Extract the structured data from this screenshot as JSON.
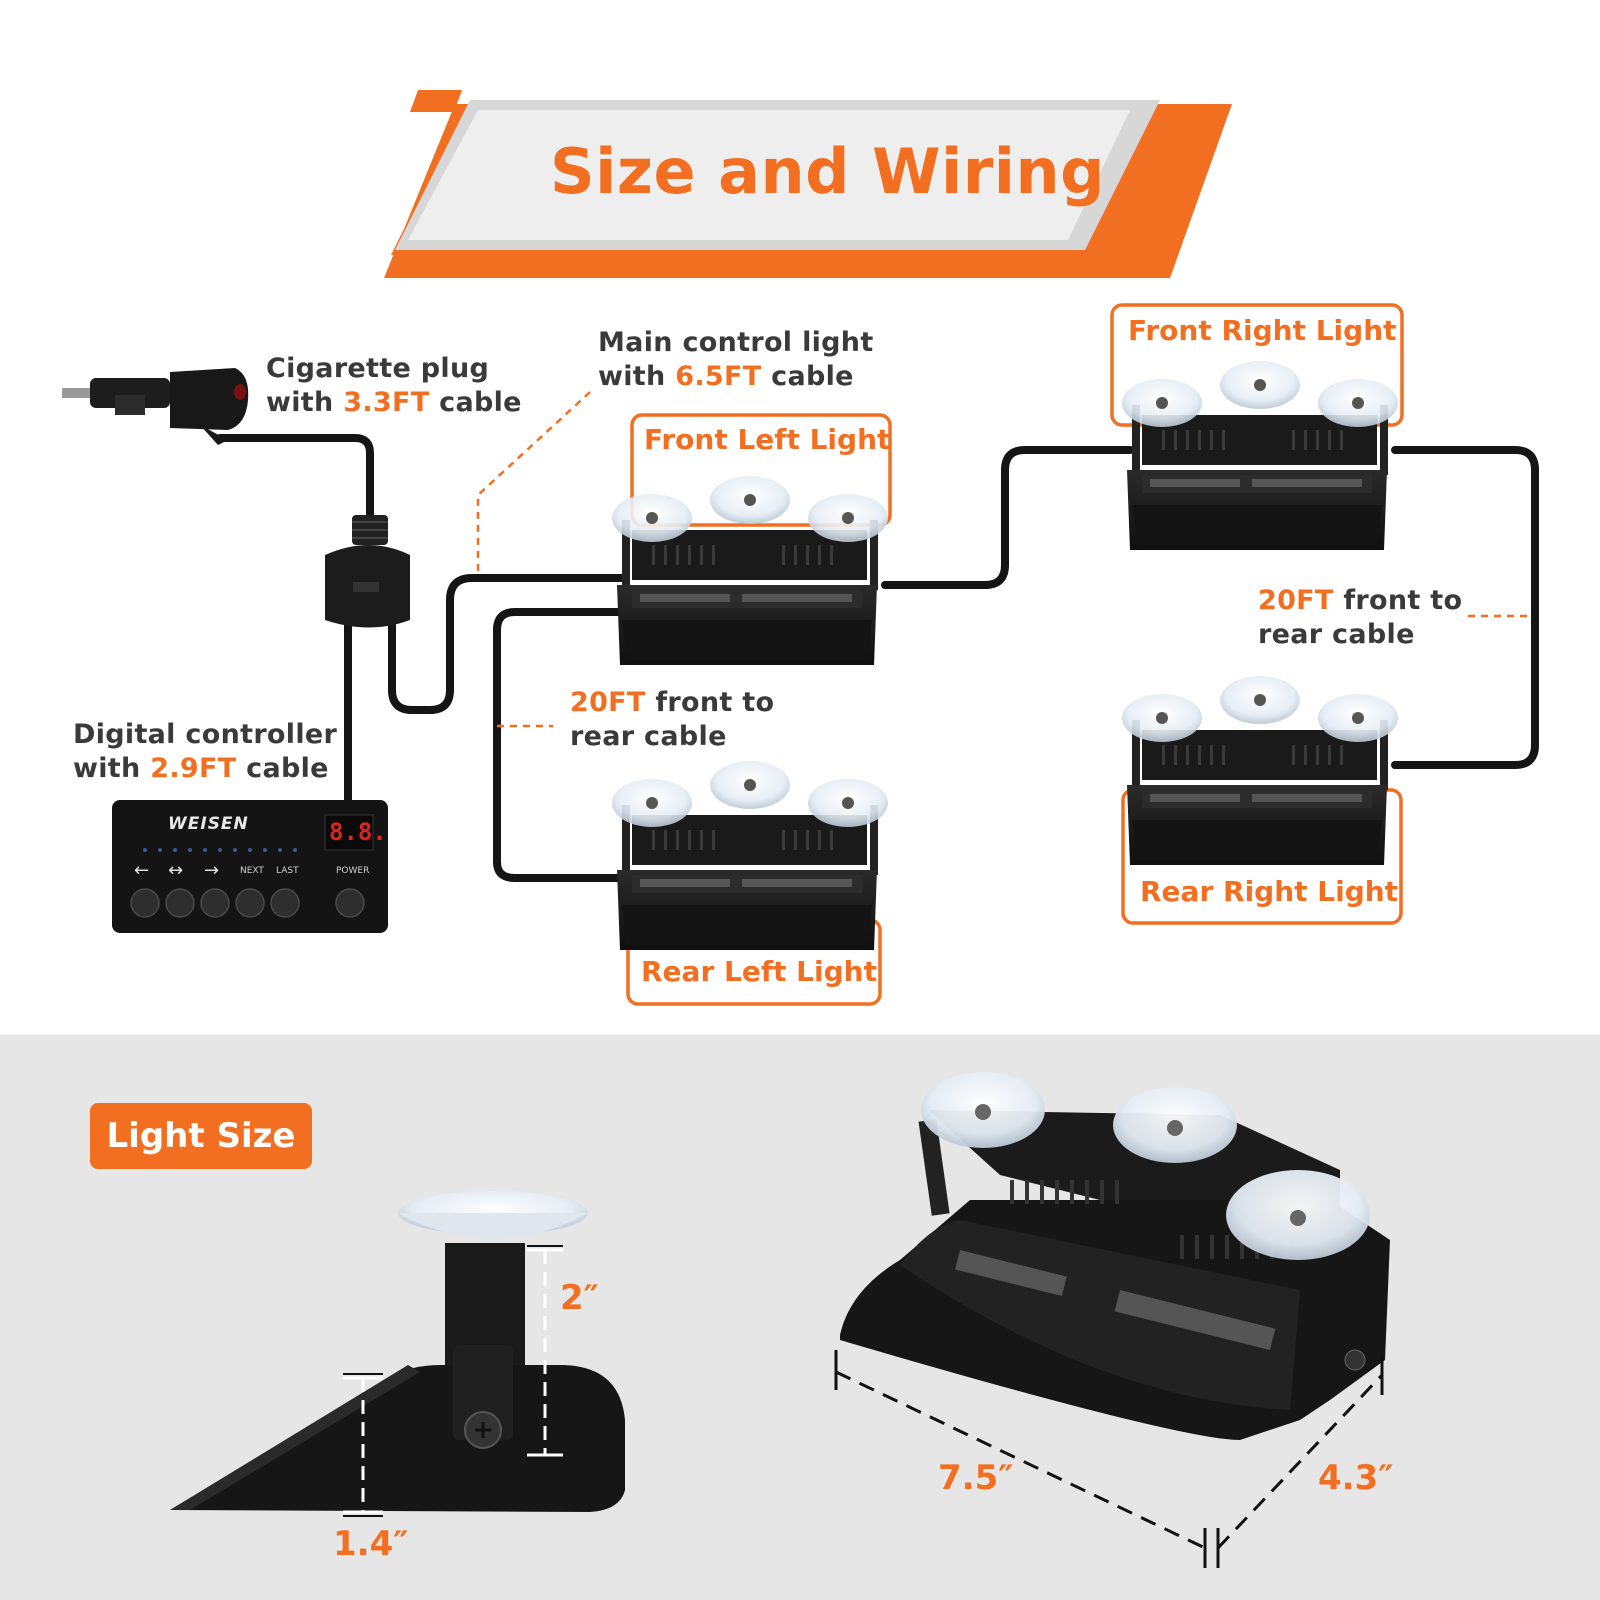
{
  "colors": {
    "accent": "#f26f21",
    "text": "#3a3a3a",
    "device": "#1c1c1c",
    "panel_bg": "#e6e6e6"
  },
  "title": "Size and Wiring",
  "cigarette_plug": {
    "line1": "Cigarette plug",
    "line2_pre": "with ",
    "length": "3.3FT",
    "line2_post": " cable"
  },
  "main_control": {
    "line1": "Main control light",
    "line2_pre": "with ",
    "length": "6.5FT",
    "line2_post": " cable"
  },
  "digital_controller": {
    "line1": "Digital controller",
    "line2_pre": "with ",
    "length": "2.9FT",
    "line2_post": " cable"
  },
  "cable_left": {
    "length": "20FT",
    "line1_post": " front to",
    "line2": "rear cable"
  },
  "cable_right": {
    "length": "20FT",
    "line1_post": " front to",
    "line2": "rear cable"
  },
  "lights": {
    "front_left": "Front Left Light",
    "front_right": "Front Right Light",
    "rear_left": "Rear Left Light",
    "rear_right": "Rear Right Light"
  },
  "controller": {
    "brand": "WEISEN",
    "display": "8.8.",
    "buttons": [
      "←",
      "↔",
      "→",
      "NEXT",
      "LAST",
      "POWER"
    ]
  },
  "light_size": {
    "badge": "Light Size",
    "bracket_height": "2″",
    "body_height": "1.4″",
    "length": "7.5″",
    "depth": "4.3″"
  }
}
